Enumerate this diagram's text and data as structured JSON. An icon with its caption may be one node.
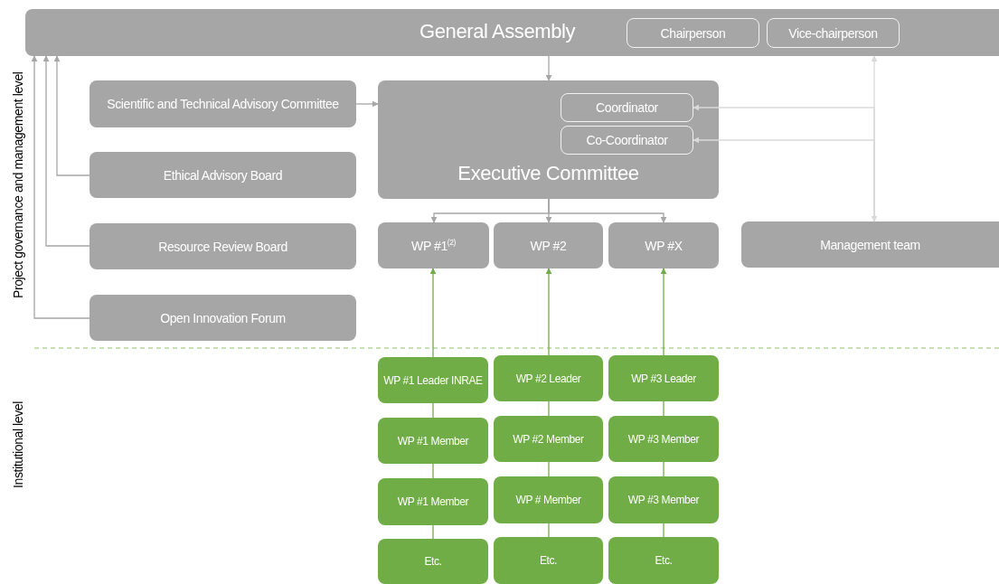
{
  "diagram": {
    "nodes": [
      {
        "text": [
          "General Assembly"
        ]
      },
      {
        "text": [
          "Chairperson"
        ],
        "in": 0
      },
      {
        "text": [
          "Vice-chairperson"
        ],
        "in": 0
      },
      {
        "text": [
          "Scientific and Technical Advisory Committee"
        ]
      },
      {
        "text": [
          "Ethical Advisory Board"
        ]
      },
      {
        "text": [
          "Resource Review Board"
        ]
      },
      {
        "text": [
          "Open Innovation Forum"
        ]
      },
      {
        "text": [
          "Executive Committee"
        ]
      },
      {
        "text": [
          "Coordinator"
        ],
        "in": 7
      },
      {
        "text": [
          "Co-Coordinator"
        ],
        "in": 7
      },
      {
        "text": [
          "WP #1$^{(2)}$"
        ]
      },
      {
        "text": [
          "WP #2"
        ]
      },
      {
        "text": [
          "WP #X"
        ]
      },
      {
        "text": [
          "Management team"
        ]
      },
      {
        "text": [
          "WP #1 Leader INRAE"
        ]
      },
      {
        "text": [
          "WP #2 Leader"
        ]
      },
      {
        "text": [
          "WP #3 Leader"
        ]
      },
      {
        "text": [
          "WP #1 Member"
        ]
      },
      {
        "text": [
          "WP #2 Member"
        ]
      },
      {
        "text": [
          "WP #3 Member"
        ]
      },
      {
        "text": [
          "WP #1 Member"
        ]
      },
      {
        "text": [
          "WP # Member"
        ]
      },
      {
        "text": [
          "WP #3 Member"
        ]
      },
      {
        "text": [
          "Etc."
        ]
      },
      {
        "text": [
          "Etc."
        ]
      },
      {
        "text": [
          "Etc."
        ]
      }
    ],
    "edges": [
      {
        "from": 3,
        "to": 7,
        "arrow": "to",
        "color": "#a6a6a6"
      },
      {
        "from": 4,
        "to": 0,
        "arrow": "to",
        "color": "#a6a6a6"
      },
      {
        "from": 5,
        "to": 0,
        "arrow": "to",
        "color": "#a6a6a6"
      },
      {
        "from": 6,
        "to": 0,
        "arrow": "to",
        "color": "#a6a6a6"
      },
      {
        "from": 0,
        "to": 7,
        "arrow": "to",
        "color": "#a6a6a6"
      },
      {
        "from": 7,
        "to": 10,
        "arrow": "to",
        "color": "#a6a6a6"
      },
      {
        "from": 7,
        "to": 11,
        "arrow": "to",
        "color": "#a6a6a6"
      },
      {
        "from": 7,
        "to": 12,
        "arrow": "to",
        "color": "#a6a6a6"
      },
      {
        "from": 13,
        "to": 0,
        "arrow": "both",
        "color": "#d9d9d9"
      },
      {
        "from": 13,
        "to": 8,
        "arrow": "to",
        "color": "#d9d9d9"
      },
      {
        "from": 13,
        "to": 9,
        "arrow": "to",
        "color": "#d9d9d9"
      },
      {
        "from": 14,
        "to": 10,
        "arrow": "to"
      },
      {
        "from": 15,
        "to": 11,
        "arrow": "to"
      },
      {
        "from": 16,
        "to": 12,
        "arrow": "to"
      },
      {
        "from": 14,
        "to": 17,
        "arrow": "none"
      },
      {
        "from": 17,
        "to": 20,
        "arrow": "none"
      },
      {
        "from": 20,
        "to": 23,
        "arrow": "none"
      },
      {
        "from": 15,
        "to": 18,
        "arrow": "none"
      },
      {
        "from": 18,
        "to": 21,
        "arrow": "none"
      },
      {
        "from": 21,
        "to": 24,
        "arrow": "none"
      },
      {
        "from": 16,
        "to": 19,
        "arrow": "none"
      },
      {
        "from": 19,
        "to": 22,
        "arrow": "none"
      },
      {
        "from": 22,
        "to": 25,
        "arrow": "none"
      }
    ],
    "labels": [
      "Project governance and management level",
      "Institutional level"
    ]
  }
}
